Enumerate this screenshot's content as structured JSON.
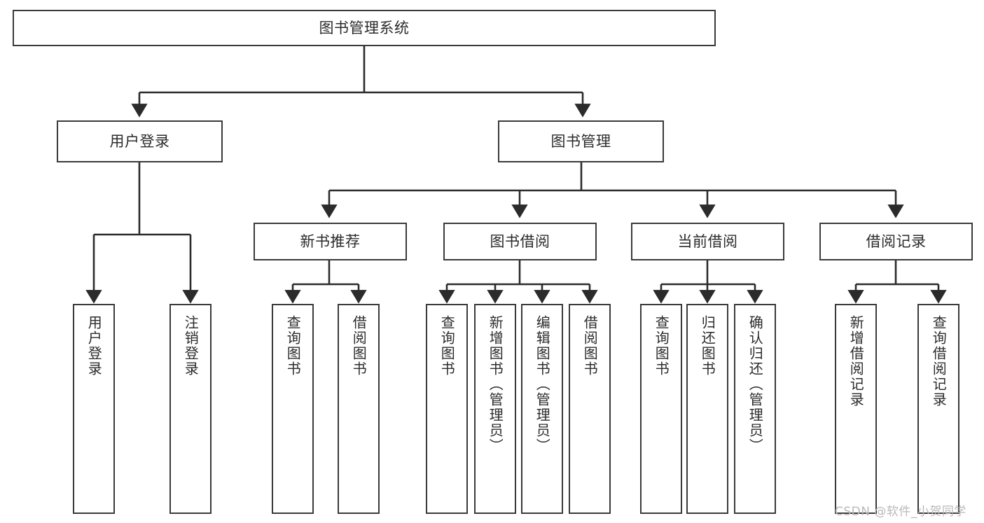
{
  "diagram": {
    "type": "tree-hierarchy",
    "title": "图书管理系统",
    "orientation": "top-down",
    "colors": {
      "box_border": "#3a3a3a",
      "box_fill": "#ffffff",
      "connector": "#2b2b2b",
      "text": "#2b2b2b",
      "watermark": "#b9b9b9"
    },
    "nodes": {
      "root": {
        "label": "图书管理系统"
      },
      "level1": [
        {
          "label": "用户登录"
        },
        {
          "label": "图书管理"
        }
      ],
      "level2": [
        {
          "label": "新书推荐"
        },
        {
          "label": "图书借阅"
        },
        {
          "label": "当前借阅"
        },
        {
          "label": "借阅记录"
        }
      ],
      "leaves": [
        {
          "label": "用户登录",
          "parent": "用户登录"
        },
        {
          "label": "注销登录",
          "parent": "用户登录"
        },
        {
          "label": "查询图书",
          "parent": "新书推荐"
        },
        {
          "label": "借阅图书",
          "parent": "新书推荐"
        },
        {
          "label": "查询图书",
          "parent": "图书借阅"
        },
        {
          "label": "新增图书（管理员）",
          "parent": "图书借阅"
        },
        {
          "label": "编辑图书（管理员）",
          "parent": "图书借阅"
        },
        {
          "label": "借阅图书",
          "parent": "图书借阅"
        },
        {
          "label": "查询图书",
          "parent": "当前借阅"
        },
        {
          "label": "归还图书",
          "parent": "当前借阅"
        },
        {
          "label": "确认归还（管理员）",
          "parent": "当前借阅"
        },
        {
          "label": "新增借阅记录",
          "parent": "借阅记录"
        },
        {
          "label": "查询借阅记录",
          "parent": "借阅记录"
        }
      ]
    },
    "watermark": "CSDN @软件_小贺同学"
  }
}
